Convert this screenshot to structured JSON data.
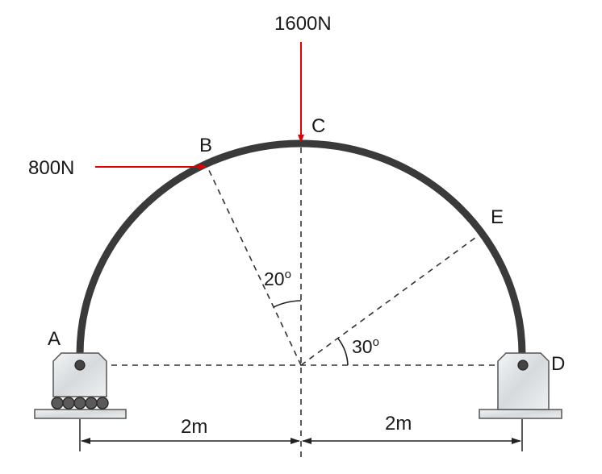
{
  "labels": {
    "load_c": "1600N",
    "load_b": "800N",
    "point_a": "A",
    "point_b": "B",
    "point_c": "C",
    "point_d": "D",
    "point_e": "E",
    "angle_b": "20o",
    "angle_e": "30o",
    "dim_left": "2m",
    "dim_right": "2m"
  },
  "colors": {
    "arch": "#3a3a3a",
    "load_arrow": "#e00000",
    "dash": "#333333",
    "support_fill": "#d9dde0",
    "support_stroke": "#555555"
  }
}
